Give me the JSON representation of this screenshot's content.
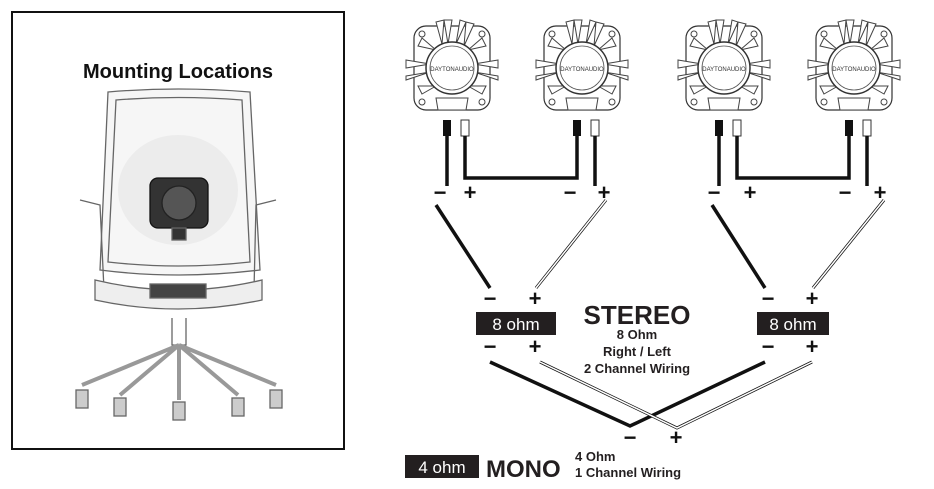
{
  "panel": {
    "title": "Mounting Locations"
  },
  "speakers": [
    {
      "brand": "DAYTONAUDIO"
    },
    {
      "brand": "DAYTONAUDIO"
    },
    {
      "brand": "DAYTONAUDIO"
    },
    {
      "brand": "DAYTONAUDIO"
    }
  ],
  "polarity": {
    "minus": "−",
    "plus": "+"
  },
  "stereo": {
    "box_left": "8 ohm",
    "box_right": "8 ohm",
    "title": "STEREO",
    "line1": "8 Ohm",
    "line2": "Right / Left",
    "line3": "2 Channel Wiring"
  },
  "mono": {
    "box": "4 ohm",
    "title": "MONO",
    "line1": "4 Ohm",
    "line2": "1 Channel Wiring"
  },
  "colors": {
    "ink": "#231f20",
    "box_bg": "#231f20",
    "box_text": "#ffffff"
  }
}
